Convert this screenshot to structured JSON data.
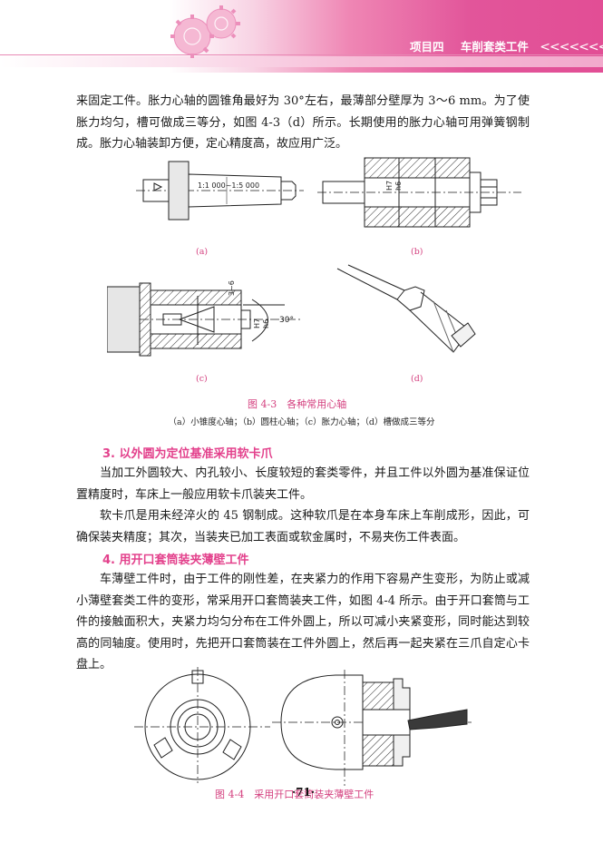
{
  "header": {
    "project": "项目四",
    "title": "车削套类工件",
    "chevrons": "<<<<<<<"
  },
  "body": {
    "para1": "来固定工件。胀力心轴的圆锥角最好为 30°左右，最薄部分壁厚为 3～6 mm。为了使胀力均匀，槽可做成三等分，如图 4-3（d）所示。长期使用的胀力心轴可用弹簧钢制成。胀力心轴装卸方便，定心精度高，故应用广泛。",
    "section3_title": "3. 以外圆为定位基准采用软卡爪",
    "para2": "当加工外圆较大、内孔较小、长度较短的套类零件，并且工件以外圆为基准保证位置精度时，车床上一般应用软卡爪装夹工件。",
    "para3": "软卡爪是用未经淬火的 45 钢制成。这种软爪是在本身车床上车削成形，因此，可确保装夹精度；其次，当装夹已加工表面或软金属时，不易夹伤工件表面。",
    "section4_title": "4. 用开口套筒装夹薄壁工件",
    "para4": "车薄壁工件时，由于工件的刚性差，在夹紧力的作用下容易产生变形，为防止或减小薄壁套类工件的变形，常采用开口套筒装夹工件，如图 4-4 所示。由于开口套筒与工件的接触面积大，夹紧力均匀分布在工件外圆上，所以可减小夹紧变形，同时能达到较高的同轴度。使用时，先把开口套筒装在工件外圆上，然后再一起夹紧在三爪自定心卡盘上。"
  },
  "figure_4_3": {
    "caption": "图 4-3　各种常用心轴",
    "subcaption": "（a）小锥度心轴；（b）圆柱心轴；（c）胀力心轴；（d）槽做成三等分",
    "labels": {
      "a": "(a)",
      "b": "(b)",
      "c": "(c)",
      "d": "(d)"
    },
    "annotations": {
      "taper": "1:1 000~1:5 000",
      "fit_b_top": "H7",
      "fit_b_bottom": "h6",
      "wall": "3~6",
      "fit_c_top": "H7",
      "fit_c_bottom": "h6",
      "angle": "30°"
    }
  },
  "figure_4_4": {
    "caption": "图 4-4　采用开口套筒装夹薄壁工件"
  },
  "page_number": "·71·"
}
